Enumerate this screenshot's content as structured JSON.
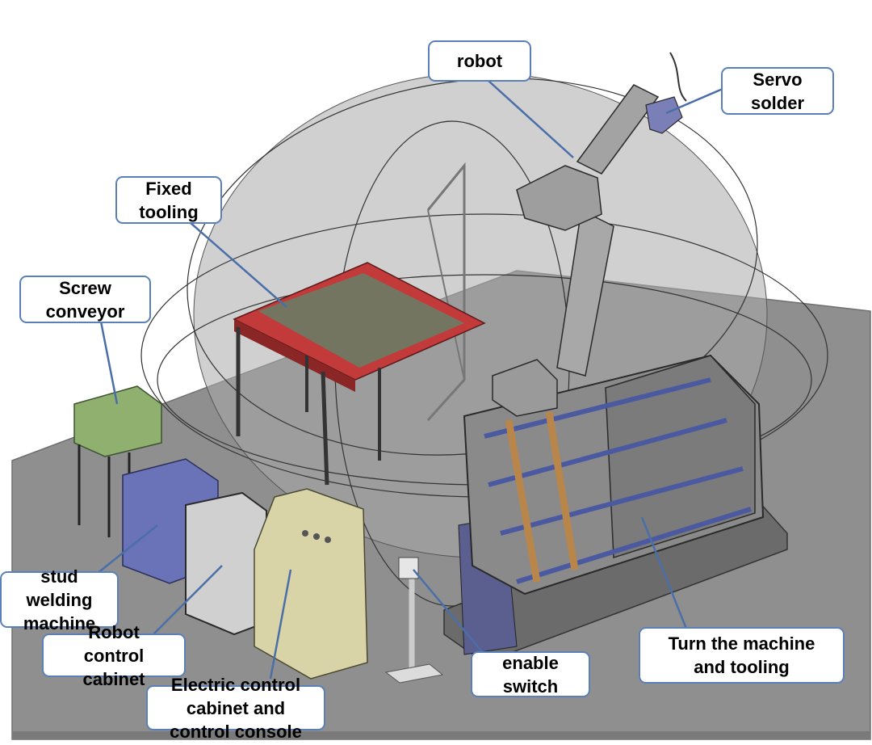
{
  "labels": {
    "robot": "robot",
    "servo_solder": "Servo\nsolder",
    "fixed_tooling": "Fixed\ntooling",
    "screw_conveyor": "Screw\nconveyor",
    "stud_welding_machine": "stud\nwelding\nmachine",
    "robot_control_cabinet": "Robot\ncontrol\ncabinet",
    "electric_control_cabinet": "Electric control\ncabinet and\ncontrol console",
    "enable_switch": "enable\nswitch",
    "turn_machine": "Turn the machine\nand tooling"
  },
  "colors": {
    "callout_border": "#5b7fb8",
    "leader_line": "#4a6fa8",
    "floor": "#8f8f8f",
    "envelope": "#a9a9a9",
    "tooling_table": "#c33a3a",
    "screw_conveyor": "#8fb06e",
    "stud_welder": "#6a72b8",
    "console": "#d8d4a8"
  }
}
